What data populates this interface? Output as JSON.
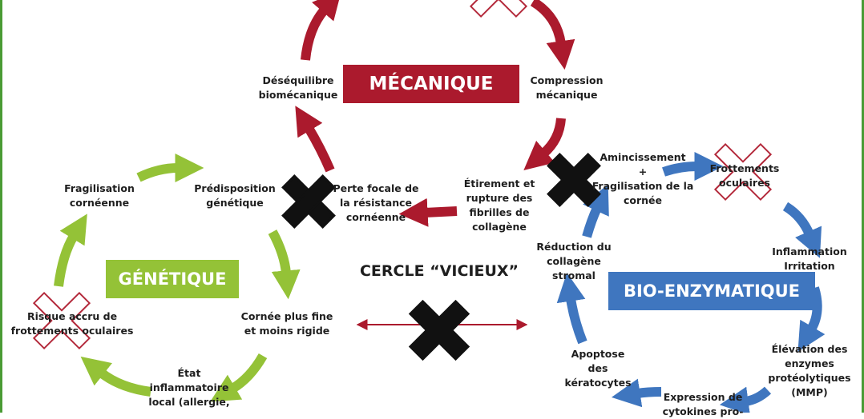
{
  "titles": {
    "mecanique": "MÉCANIQUE",
    "genetique": "GÉNÉTIQUE",
    "bio": "BIO-ENZYMATIQUE",
    "center": "CERCLE “VICIEUX”"
  },
  "labels": {
    "desequilibre": "Déséquilibre\nbiomécanique",
    "compression": "Compression\nmécanique",
    "etirement": "Étirement et\nrupture des\nfibrilles de\ncollagène",
    "perte": "Perte focale de\nla résistance\ncornéenne",
    "fragilisation": "Fragilisation\ncornéenne",
    "predisposition": "Prédisposition\ngénétique",
    "risque": "Risque accru de\nfrottements oculaires",
    "cornee": "Cornée plus fine\net moins rigide",
    "etat": "État\ninflammatoire\nlocal (allergie,",
    "amincissement": "Amincissement\n+\nFragilisation de la\ncornée",
    "frottements": "Frottements\noculaires",
    "inflammation": "Inflammation\nIrritation",
    "reduction": "Réduction du\ncollagène\nstromal",
    "elevation": "Élévation des\nenzymes\nprotéolytiques\n(MMP)",
    "apoptose": "Apoptose\ndes\nkératocytes",
    "expression": "Expression de\ncytokines pro-"
  },
  "colors": {
    "mecanique": "#ab1a2d",
    "genetique": "#94c237",
    "bio": "#3f76bf",
    "cross_solid": "#111111",
    "cross_outline": "#b3283a",
    "border": "#4a9b35"
  }
}
